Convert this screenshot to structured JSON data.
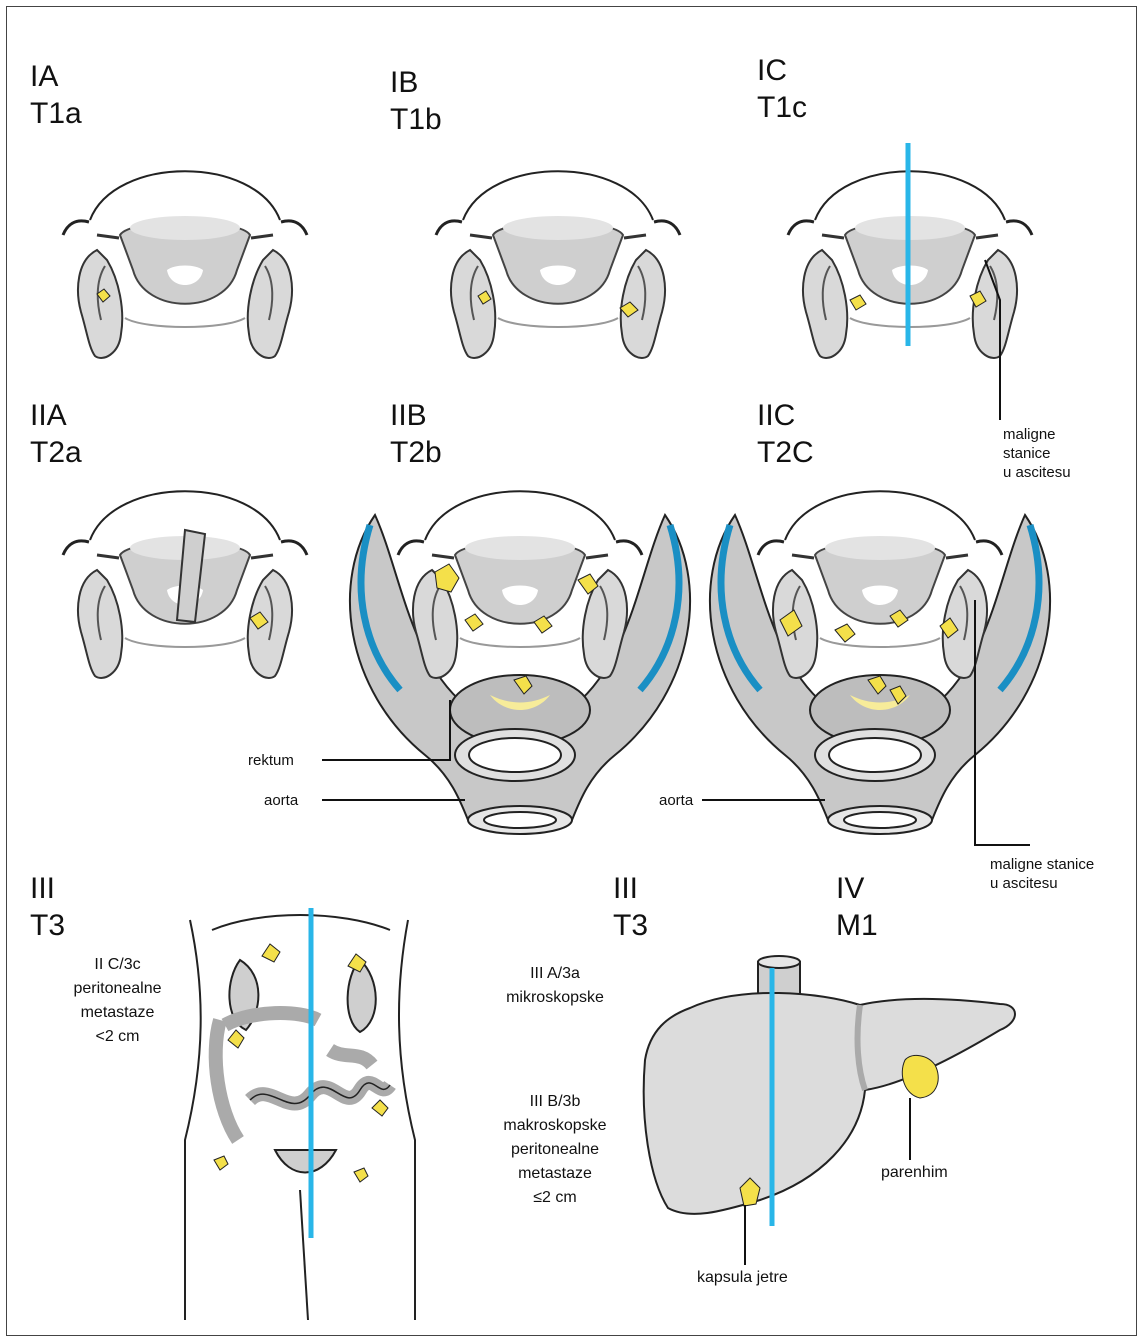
{
  "stages": {
    "ia": {
      "l1": "IA",
      "l2": "T1a"
    },
    "ib": {
      "l1": "IB",
      "l2": "T1b"
    },
    "ic": {
      "l1": "IC",
      "l2": "T1c"
    },
    "iia": {
      "l1": "IIA",
      "l2": "T2a"
    },
    "iib": {
      "l1": "IIB",
      "l2": "T2b"
    },
    "iic": {
      "l1": "IIC",
      "l2": "T2C"
    },
    "iii_left": {
      "l1": "III",
      "l2": "T3"
    },
    "iii_right": {
      "l1": "III",
      "l2": "T3"
    },
    "iv": {
      "l1": "IV",
      "l2": "M1"
    }
  },
  "labels": {
    "maligne_top": [
      "maligne",
      "stanice",
      "u ascitesu"
    ],
    "rektum": "rektum",
    "aorta_left": "aorta",
    "aorta_right": "aorta",
    "maligne_bottom": [
      "maligne stanice",
      "u ascitesu"
    ],
    "iic_3c": [
      "II C/3c",
      "peritonealne",
      "metastaze",
      "<2 cm"
    ],
    "iiia": [
      "III A/3a",
      "mikroskopske"
    ],
    "iiib": [
      "III B/3b",
      "makroskopske",
      "peritonealne",
      "metastaze",
      "≤2 cm"
    ],
    "parenhim": "parenhim",
    "kapsula": "kapsula jetre"
  },
  "colors": {
    "tumor": "#f4e04a",
    "organ": "#cfcfcf",
    "highlight": "#29b6e8",
    "outline": "#222222"
  }
}
